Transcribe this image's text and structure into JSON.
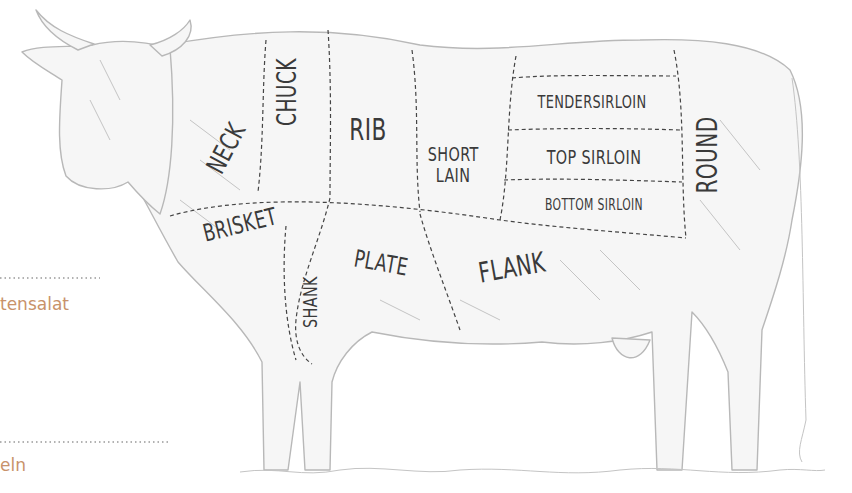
{
  "diagram": {
    "labels": [
      "NECK",
      "CHUCK",
      "RIB",
      "SHORT LAIN",
      "TENDERSIRLOIN",
      "TOP SIRLOIN",
      "BOTTOM SIRLOIN",
      "ROUND",
      "BRISKET",
      "SHANK",
      "PLATE",
      "FLANK",
      "tensalat",
      "eln"
    ]
  }
}
